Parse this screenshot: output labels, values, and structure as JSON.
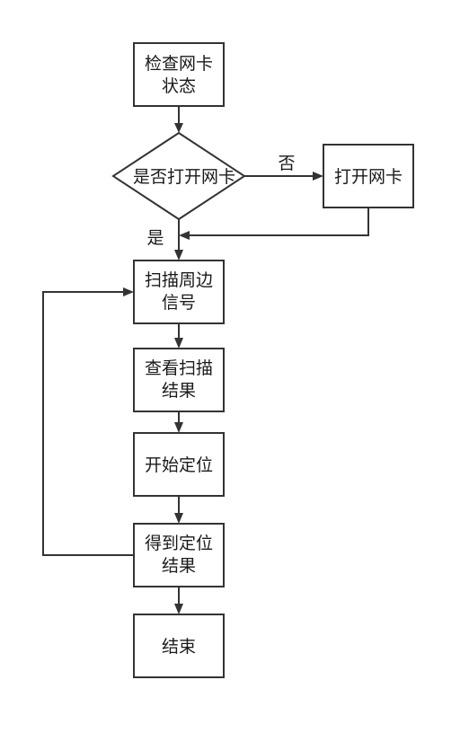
{
  "nodes": {
    "check_nic": {
      "line1": "检查网卡",
      "line2": "状态"
    },
    "nic_open_decision": {
      "label": "是否打开网卡"
    },
    "open_nic": {
      "label": "打开网卡"
    },
    "scan_signals": {
      "line1": "扫描周边",
      "line2": "信号"
    },
    "view_scan": {
      "line1": "查看扫描",
      "line2": "结果"
    },
    "start_locate": {
      "label": "开始定位"
    },
    "get_result": {
      "line1": "得到定位",
      "line2": "结果"
    },
    "end": {
      "label": "结束"
    }
  },
  "edges": {
    "no_label": "否",
    "yes_label": "是"
  },
  "colors": {
    "stroke": "#333333",
    "text": "#1a1a1a",
    "background": "#ffffff"
  }
}
